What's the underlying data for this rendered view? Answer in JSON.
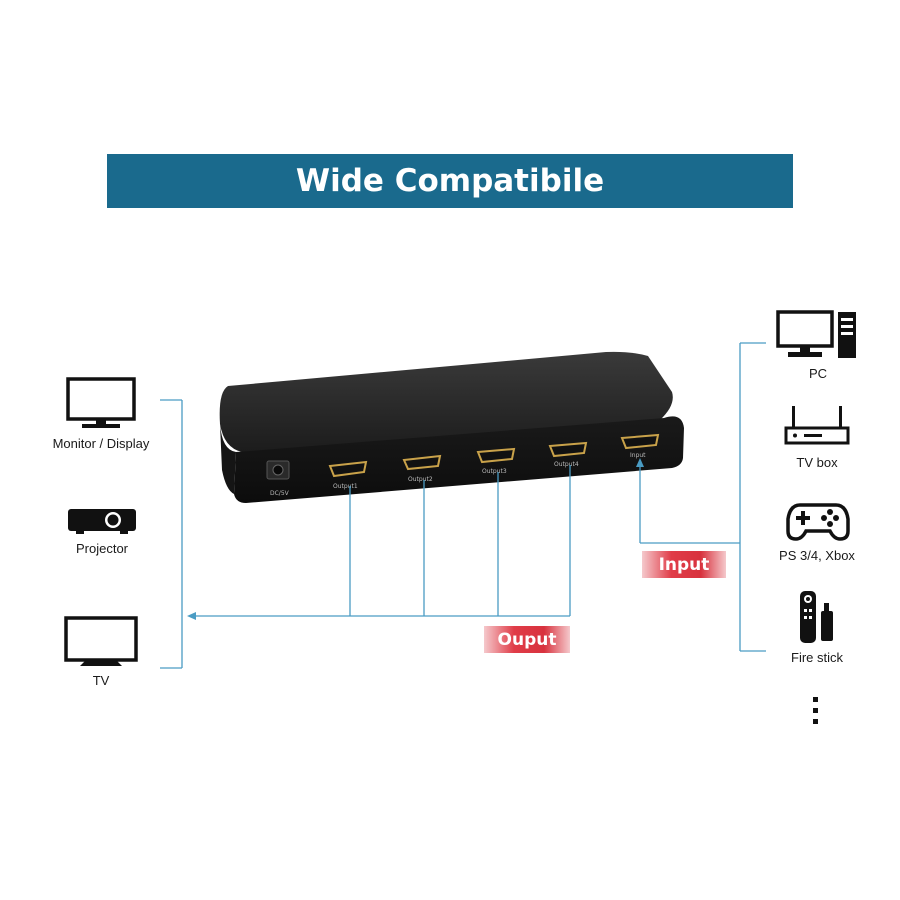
{
  "banner": {
    "title": "Wide Compatibile"
  },
  "outputs_devices": [
    {
      "label": "Monitor / Display",
      "icon": "monitor-icon"
    },
    {
      "label": "Projector",
      "icon": "projector-icon"
    },
    {
      "label": "TV",
      "icon": "tv-icon"
    }
  ],
  "input_devices": [
    {
      "label": "PC",
      "icon": "pc-icon"
    },
    {
      "label": "TV box",
      "icon": "tv-box-icon"
    },
    {
      "label": "PS 3/4, Xbox",
      "icon": "gamepad-icon"
    },
    {
      "label": "Fire stick",
      "icon": "fire-stick-icon"
    }
  ],
  "more_icon": "vertical-ellipsis-icon",
  "device": {
    "ports": [
      "DC/5V",
      "Output1",
      "Output2",
      "Output3",
      "Output4",
      "Input"
    ]
  },
  "tags": {
    "input": "Input",
    "output": "Ouput"
  },
  "colors": {
    "banner": "#1a6a8d",
    "line": "#4a9cc4",
    "tag": "#d8323e"
  }
}
